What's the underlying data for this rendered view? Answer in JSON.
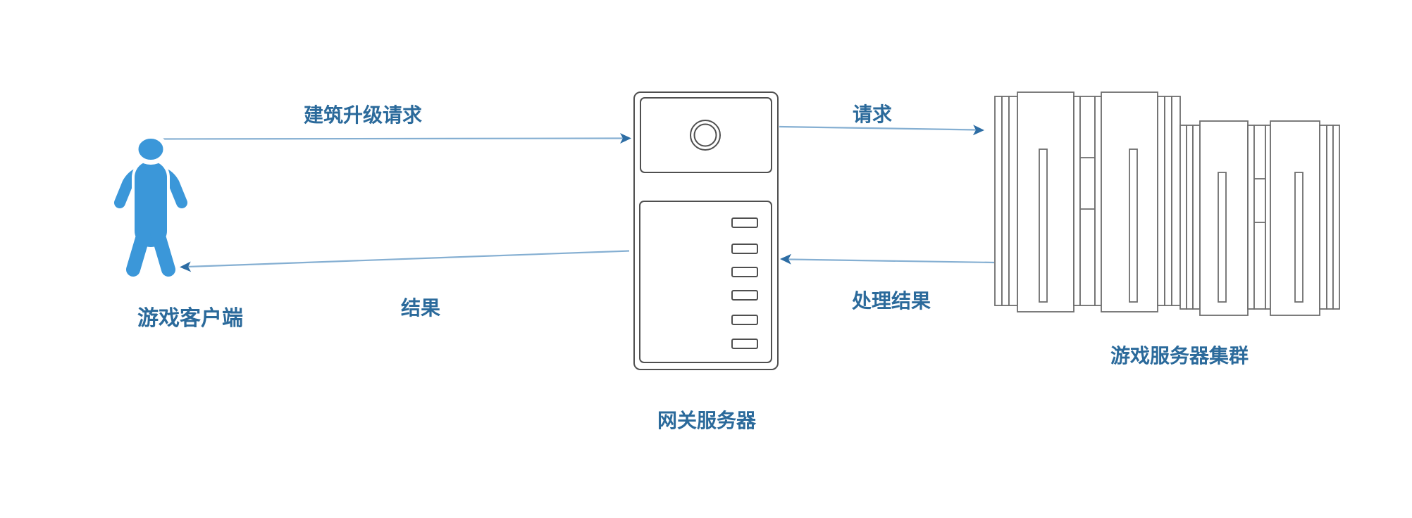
{
  "diagram": {
    "nodes": {
      "client": {
        "label": "游戏客户端",
        "type": "person"
      },
      "gateway": {
        "label": "网关服务器",
        "type": "server-tower"
      },
      "cluster": {
        "label": "游戏服务器集群",
        "type": "server-rack-cluster"
      }
    },
    "flows": [
      {
        "from": "client",
        "to": "gateway",
        "label": "建筑升级请求",
        "direction": "right"
      },
      {
        "from": "gateway",
        "to": "cluster",
        "label": "请求",
        "direction": "right"
      },
      {
        "from": "cluster",
        "to": "gateway",
        "label": "处理结果",
        "direction": "left"
      },
      {
        "from": "gateway",
        "to": "client",
        "label": "结果",
        "direction": "left"
      }
    ],
    "colors": {
      "person": "#3b97d9",
      "label_text": "#2b6a9b",
      "flow_line": "#85afd2",
      "flow_head": "#2d6da4",
      "gateway_outline": "#4f4f4f",
      "cluster_outline": "#6e6e6e",
      "background": "#ffffff"
    }
  }
}
